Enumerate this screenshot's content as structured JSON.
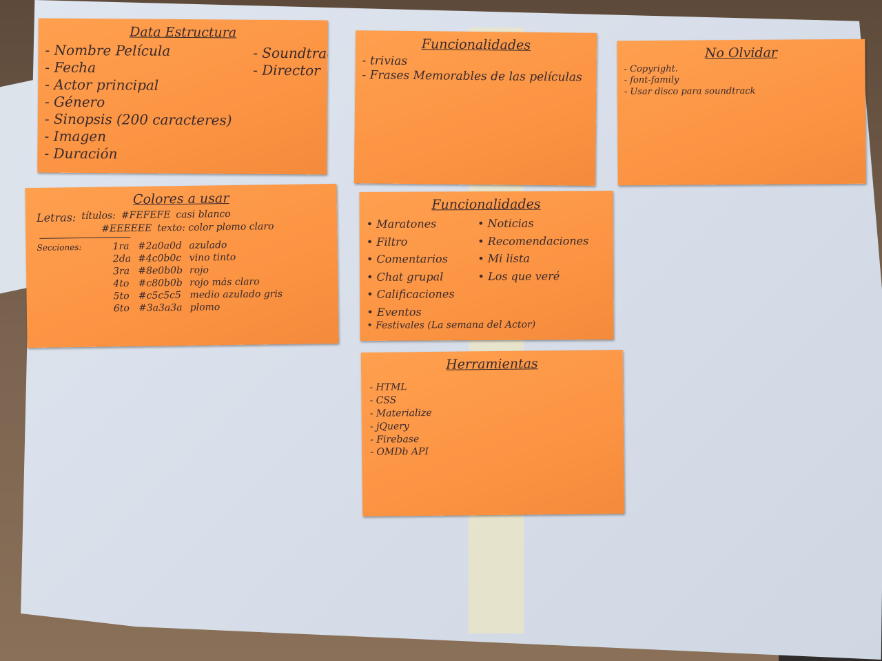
{
  "notes": {
    "data_estructura": {
      "title": "Data Estructura",
      "items_col1": [
        "Nombre Película",
        "Fecha",
        "Actor principal",
        "Género",
        "Sinopsis (200 caracteres)",
        "Imagen",
        "Duración"
      ],
      "items_col2": [
        "Soundtrack",
        "Director"
      ]
    },
    "funcionalidades_1": {
      "title": "Funcionalidades",
      "items": [
        "trivias",
        "Frases Memorables de las películas"
      ]
    },
    "no_olvidar": {
      "title": "No Olvidar",
      "items": [
        "Copyright.",
        "font-family",
        "Usar disco para soundtrack"
      ]
    },
    "colores": {
      "title": "Colores a usar",
      "letras_label": "Letras:",
      "letras_sub": "títulos:",
      "letras_hex": [
        "#FEFEFE",
        "#EEEEEE"
      ],
      "letras_desc": [
        "casi blanco",
        "texto: color plomo claro"
      ],
      "secciones_label": "Secciones:",
      "rows": [
        {
          "ord": "1ra",
          "hex": "#2a0a0d",
          "desc": "azulado"
        },
        {
          "ord": "2da",
          "hex": "#4c0b0c",
          "desc": "vino tinto"
        },
        {
          "ord": "3ra",
          "hex": "#8e0b0b",
          "desc": "rojo"
        },
        {
          "ord": "4to",
          "hex": "#c80b0b",
          "desc": "rojo más claro"
        },
        {
          "ord": "5to",
          "hex": "#c5c5c5",
          "desc": "medio azulado gris"
        },
        {
          "ord": "6to",
          "hex": "#3a3a3a",
          "desc": "plomo"
        }
      ]
    },
    "funcionalidades_2": {
      "title": "Funcionalidades",
      "items_col1": [
        "Maratones",
        "Filtro",
        "Comentarios",
        "Chat grupal",
        "Calificaciones",
        "Eventos"
      ],
      "items_col2": [
        "Noticias",
        "Recomendaciones",
        "Mi lista",
        "Los que veré"
      ],
      "wide_item": "Festivales (La semana del Actor)"
    },
    "herramientas": {
      "title": "Herramientas",
      "items": [
        "HTML",
        "CSS",
        "Materialize",
        "jQuery",
        "Firebase",
        "OMDb API"
      ]
    }
  },
  "colors": {
    "sticky": "#fb9443",
    "poster": "#dbe2ec",
    "ink": "#3a2a2c"
  }
}
